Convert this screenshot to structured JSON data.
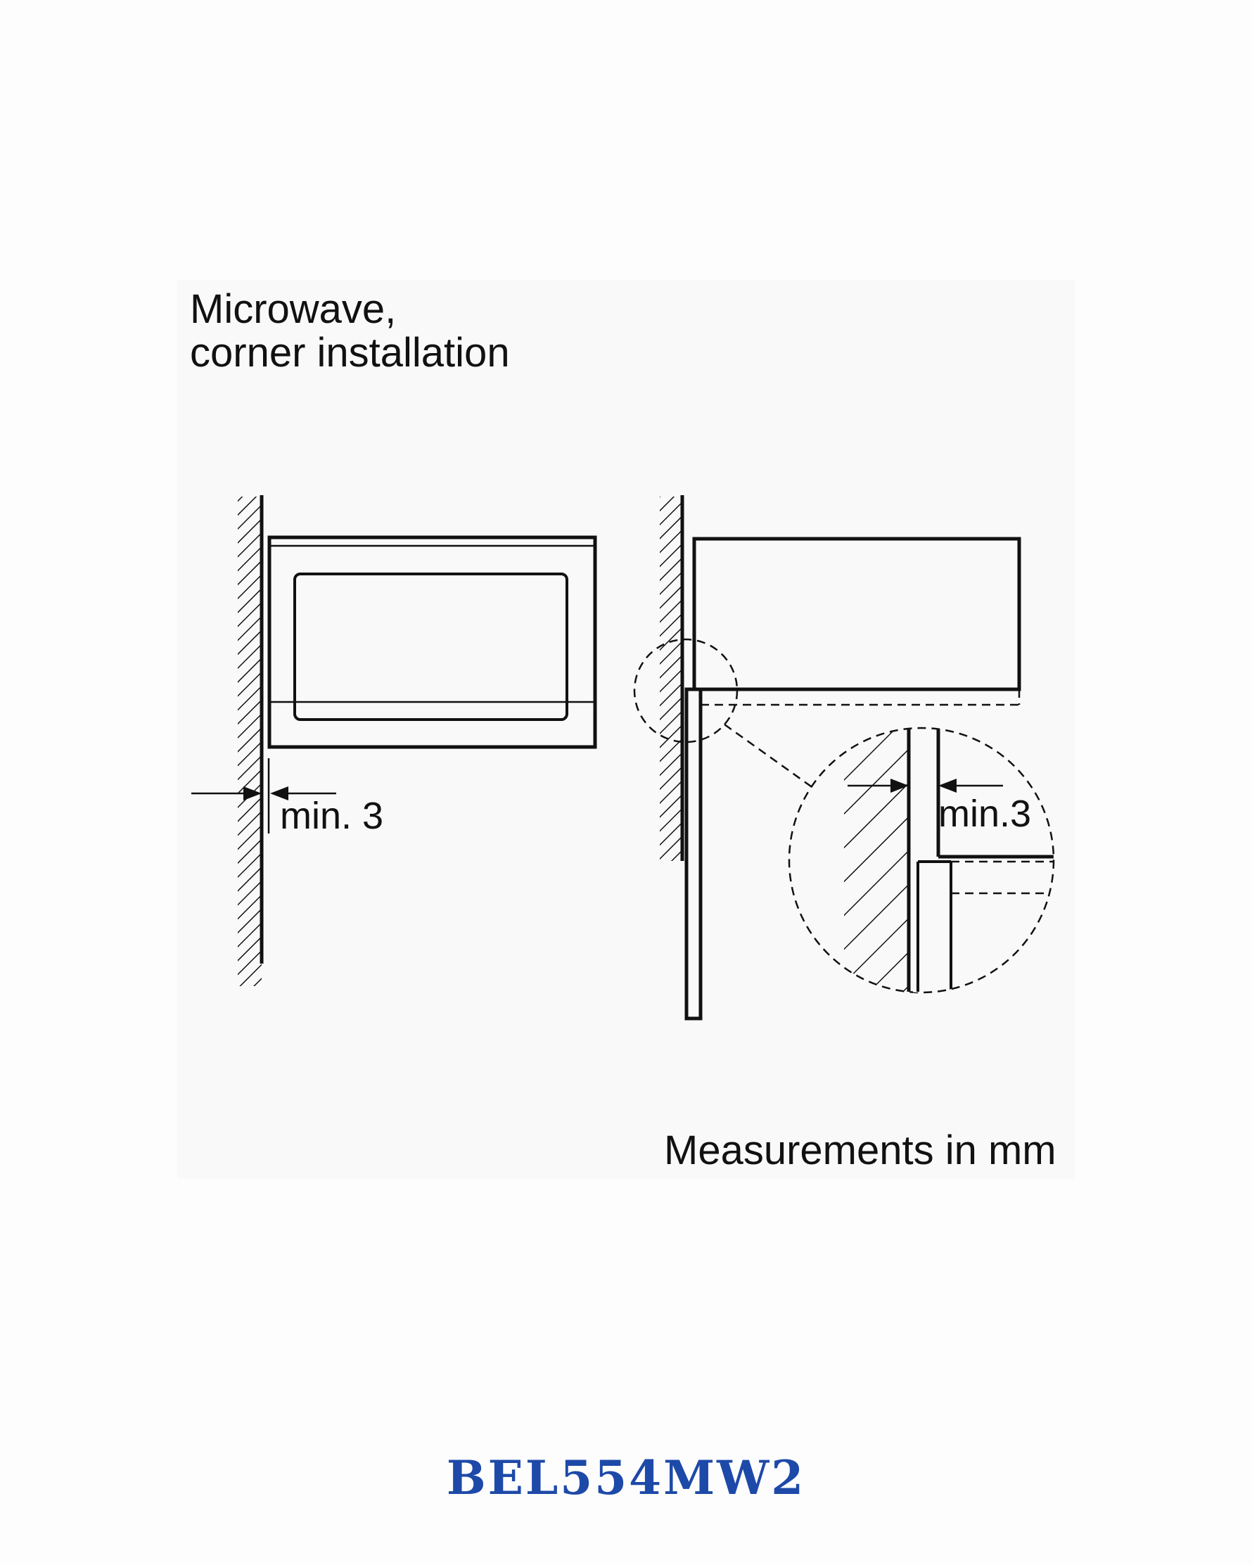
{
  "title": {
    "line1": "Microwave,",
    "line2": "corner installation"
  },
  "left_view": {
    "dimension_label": "min. 3"
  },
  "right_view": {
    "detail_dimension_label": "min.3"
  },
  "note": "Measurements in mm",
  "model": "BEL554MW2",
  "colors": {
    "model_text": "#1d49a8",
    "line": "#111111",
    "panel_background": "#f9f9f9"
  }
}
